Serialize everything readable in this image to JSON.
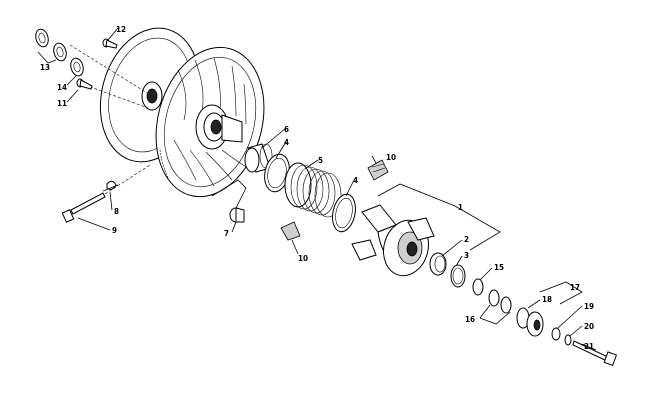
{
  "callouts": [
    {
      "id": "c1",
      "text": "1"
    },
    {
      "id": "c2",
      "text": "2"
    },
    {
      "id": "c3",
      "text": "3"
    },
    {
      "id": "c4a",
      "text": "4"
    },
    {
      "id": "c4b",
      "text": "4"
    },
    {
      "id": "c5",
      "text": "5"
    },
    {
      "id": "c6",
      "text": "6"
    },
    {
      "id": "c7",
      "text": "7"
    },
    {
      "id": "c8",
      "text": "8"
    },
    {
      "id": "c9",
      "text": "9"
    },
    {
      "id": "c10a",
      "text": "10"
    },
    {
      "id": "c10b",
      "text": "10"
    },
    {
      "id": "c11",
      "text": "11"
    },
    {
      "id": "c12",
      "text": "12"
    },
    {
      "id": "c13",
      "text": "13"
    },
    {
      "id": "c14",
      "text": "14"
    },
    {
      "id": "c15",
      "text": "15"
    },
    {
      "id": "c16",
      "text": "16"
    },
    {
      "id": "c17",
      "text": "17"
    },
    {
      "id": "c18",
      "text": "18"
    },
    {
      "id": "c19",
      "text": "19"
    },
    {
      "id": "c20",
      "text": "20"
    },
    {
      "id": "c21",
      "text": "21"
    }
  ]
}
